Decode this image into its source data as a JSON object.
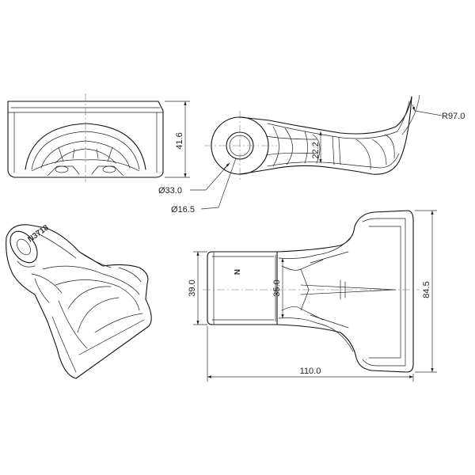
{
  "dimensions": {
    "height_front": "41.6",
    "bore_outer": "Ø33.0",
    "bore_inner": "Ø16.5",
    "neck_side": "22.2",
    "radius": "R97.0",
    "length": "110.0",
    "width_head": "84.5",
    "width_hub": "39.0",
    "width_neck": "35.0"
  },
  "marks": {
    "part_number": "N3718"
  }
}
